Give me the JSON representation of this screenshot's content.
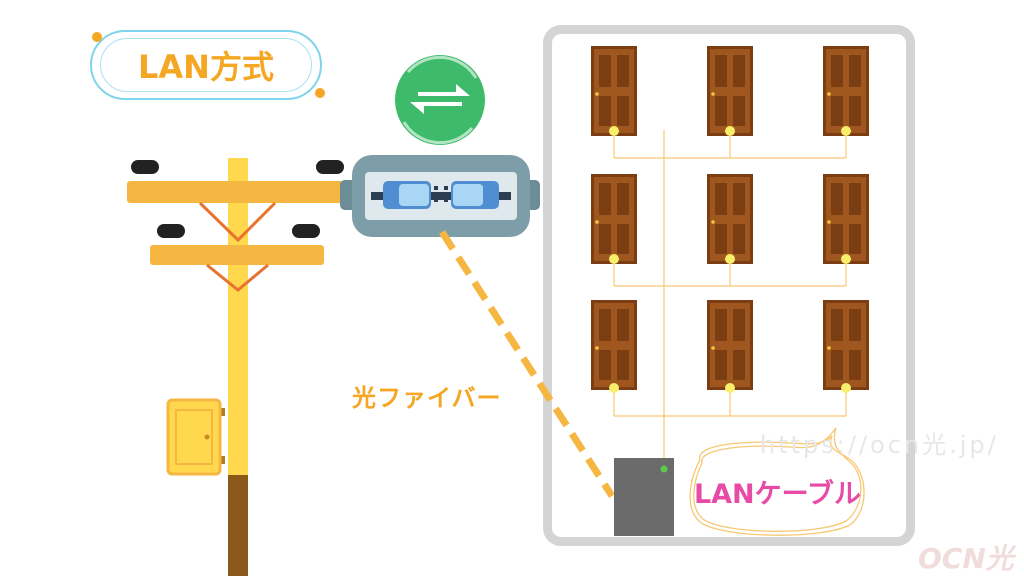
{
  "title": "LAN方式",
  "fiber_label": "光ファイバー",
  "lan_cable_label": "LANケーブル",
  "watermark_url": "https://ocn光.jp/",
  "watermark_logo": "OCN光",
  "icons": [
    "exchange-arrows-icon"
  ],
  "colors": {
    "accent_orange": "#f5a623",
    "pole_yellow": "#ffd84d",
    "crossarm_orange": "#f5b642",
    "building_border": "#d4d4d4",
    "door_brown": "#a0561f",
    "splice_box": "#7d9ea8",
    "exchange_green": "#3dbb6a",
    "lan_pink": "#e84aa8",
    "cable_yellow": "#f7c873"
  },
  "doors": {
    "rows": 3,
    "cols": 3
  }
}
